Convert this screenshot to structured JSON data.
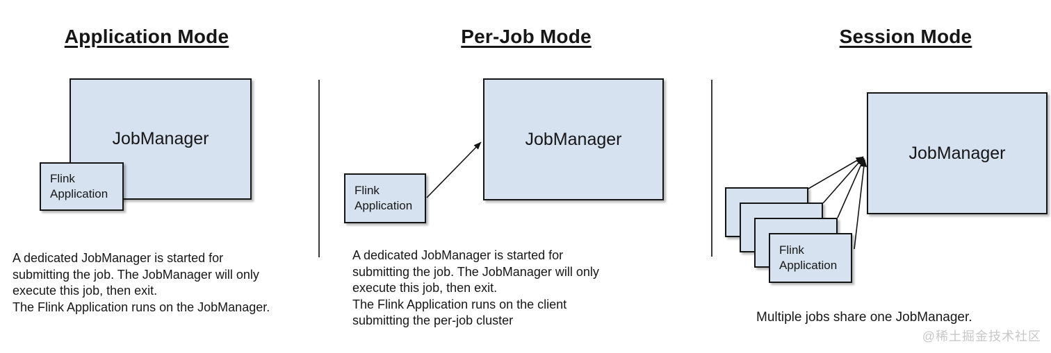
{
  "colors": {
    "box_fill": "#d6e2f0",
    "box_border": "#141414",
    "connector": "#141414",
    "divider": "#3a3a3a",
    "text": "#161616",
    "watermark_color": "#c8c8c8"
  },
  "watermark": "@稀土掘金技术社区",
  "panels": [
    {
      "title": "Application Mode",
      "jobmanager_label": "JobManager",
      "flink_app_label": "Flink\nApplication",
      "description": "A dedicated JobManager is started for\nsubmitting the job. The JobManager will only\nexecute this job, then exit.\nThe Flink Application runs on the JobManager."
    },
    {
      "title": "Per-Job Mode",
      "jobmanager_label": "JobManager",
      "flink_app_label": "Flink\nApplication",
      "description": "A dedicated JobManager is started for\nsubmitting the job. The JobManager will only\nexecute this job, then exit.\nThe Flink Application runs on the client\nsubmitting the per-job cluster"
    },
    {
      "title": "Session Mode",
      "jobmanager_label": "JobManager",
      "flink_app_label": "Flink\nApplication",
      "description": "Multiple jobs share one JobManager."
    }
  ]
}
